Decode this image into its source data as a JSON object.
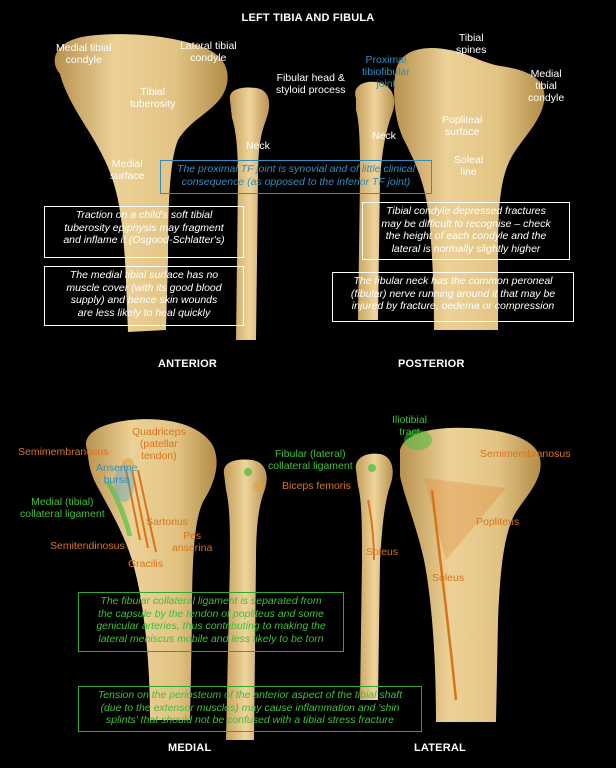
{
  "title": "LEFT TIBIA AND FIBULA",
  "view_labels": {
    "anterior": "ANTERIOR",
    "posterior": "POSTERIOR",
    "medial": "MEDIAL",
    "lateral": "LATERAL"
  },
  "labels": {
    "medial_tibial_condyle": "Medial tibial\ncondyle",
    "lateral_tibial_condyle": "Lateral tibial\ncondyle",
    "tibial_tuberosity": "Tibial\ntuberosity",
    "fibular_head": "Fibular head &\nstyloid process",
    "neck_anterior": "Neck",
    "medial_surface": "Medial\nsurface",
    "proximal_tf_joint": "Proximal\ntibiofibular\njoint",
    "tibial_spines": "Tibial\nspines",
    "medial_tibial_condyle_posterior": "Medial\ntibial\ncondyle",
    "neck_posterior": "Neck",
    "popliteal_surface": "Popliteal\nsurface",
    "soleal_line": "Soleal\nline"
  },
  "notes": {
    "tf_joint": "The proximal TF joint is synovial and of little clinical\nconsequence (as opposed to the inferior TF joint)",
    "osgood": "Traction on a child's soft tibial\ntuberosity epiphysis may fragment\nand inflame it (Osgood-Schlatter's)",
    "medial_surface": "The medial tibial surface has no\nmuscle cover (with its good blood\nsupply) and hence skin wounds\nare less likely to heal quickly",
    "condyle_fracture": "Tibial condyle depressed fractures\nmay be difficult to recognise – check\nthe height of each condyle and the\nlateral is normally slightly higher",
    "fibular_neck": "The fibular neck has the common peroneal\n(fibular) nerve running around it that may be\ninjured by fracture, oedema or compression",
    "fcl": "The fibular collateral ligament is separated from\nthe capsule by the tendon of popliteus and some\ngenicular arteries, thus contributing to making the\nlateral meniscus mobile and less likely to be torn",
    "shin_splints": "Tension on the periosteum of the anterior aspect of the tibial shaft\n(due to the extensor muscles) may cause inflammation and 'shin\nsplints' that should not be confused with a tibial stress fracture"
  },
  "muscles": {
    "semimembranosus_medial": "Semimembranosus",
    "quadriceps": "Quadriceps\n(patellar\ntendon)",
    "anserine_bursa": "Anserine\nbursa",
    "mcl": "Medial (tibial)\ncollateral ligament",
    "sartorius": "Sartorius",
    "pes_anserina": "Pes\nanserina",
    "semitendinosus": "Semitendinosus",
    "gracilis": "Gracilis",
    "fcl_label": "Fibular (lateral)\ncollateral ligament",
    "biceps_femoris": "Biceps femoris",
    "iliotibial_tract": "Iliotibial\ntract",
    "semimembranosus_lateral": "Semimembranosus",
    "popliteus": "Popliteus",
    "soleus_fibula": "Soleus",
    "soleus_tibia": "Soleus"
  },
  "colors": {
    "bone": "#e8c98a",
    "bone_shade": "#c9a45f",
    "background": "#000000",
    "text": "#ffffff",
    "blue": "#2f8fc0",
    "orange": "#d9741c",
    "green": "#3fbf3a"
  }
}
